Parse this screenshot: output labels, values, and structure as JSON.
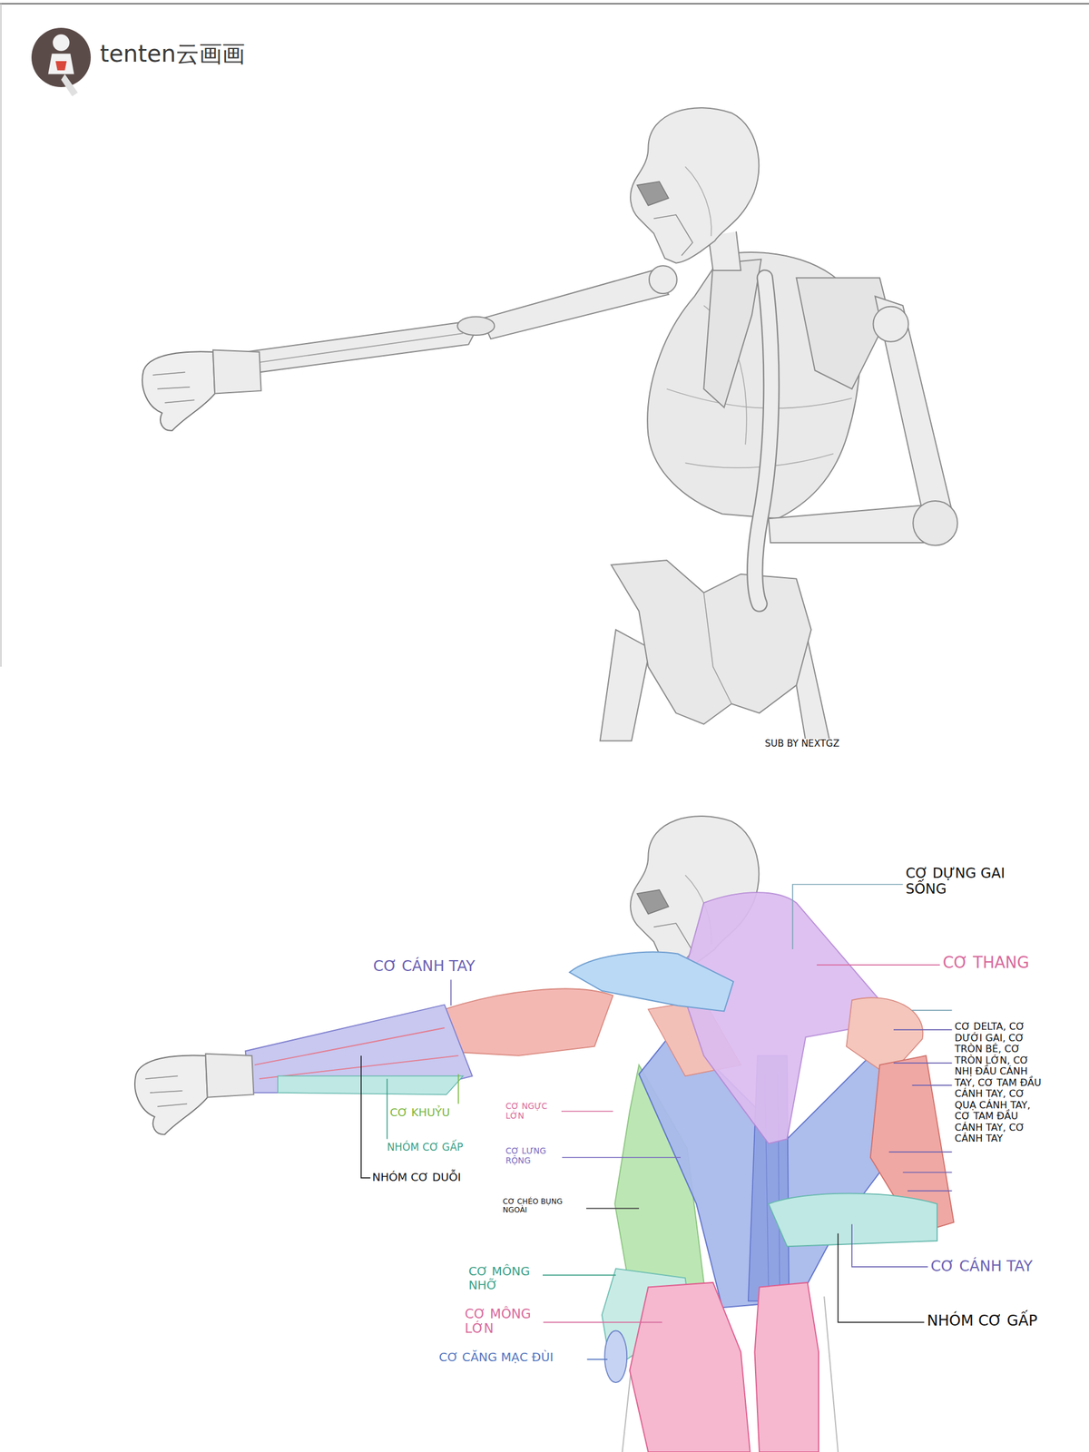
{
  "diagram": {
    "labels": [
      "tenten云画画",
      "SUB BY NEXTGZ",
      "CƠ DỰNG GAI SỐNG",
      "CƠ THANG",
      "CƠ CÁNH TAY",
      "CƠ DELTA, CƠ DƯỚI GAI, CƠ TRÒN BÉ, CƠ TRÒN LỚN, CƠ NHỊ ĐẦU CÁNH TAY, CƠ TAM ĐẦU CÁNH TAY, CƠ QUẠ CÁNH TAY, CƠ TAM ĐẦU CÁNH TAY, CƠ CÁNH TAY",
      "CƠ KHUỶU",
      "NHÓM CƠ GẤP",
      "NHÓM CƠ DUỖI",
      "CƠ NGỰC LỚN",
      "CƠ LƯNG RỘNG",
      "CƠ CHÉO BỤNG NGOÀI",
      "CƠ MÔNG NHỠ",
      "CƠ MÔNG LỚN",
      "CƠ CĂNG MẠC ĐÙI",
      "CƠ CÁNH TAY",
      "NHÓM CƠ GẤP"
    ]
  }
}
